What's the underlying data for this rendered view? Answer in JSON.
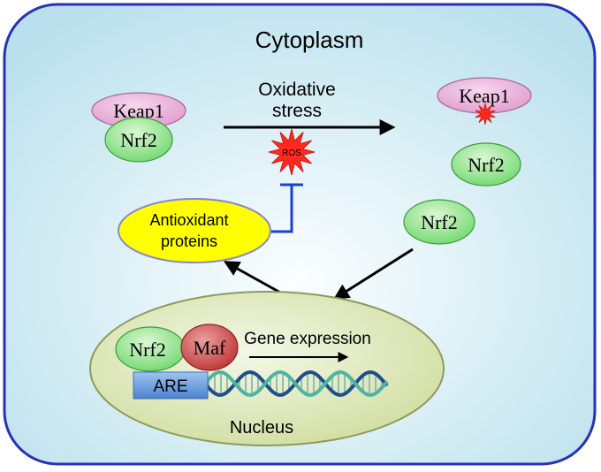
{
  "colors": {
    "cell_border": "#2a2fb8",
    "cell_fill_center": "#fbfeff",
    "cell_fill_edge": "#b9e0ec",
    "keap1": "#e7a6d4",
    "nrf2": "#7fe07f",
    "maf": "#c94343",
    "antioxidant": "#ffff00",
    "ros": "#ff2a1f",
    "inhibition": "#1c3fd6",
    "nucleus": "#d7e3a8",
    "are": "#5a8fd8",
    "dna_dark": "#1f4e8a",
    "dna_light": "#4fb3a2"
  },
  "cell": {
    "label": "Cytoplasm"
  },
  "stress": {
    "line1": "Oxidative",
    "line2": "stress"
  },
  "ros": {
    "label": "ROS"
  },
  "keap1_left": "Keap1",
  "nrf2_left": "Nrf2",
  "keap1_right": "Keap1",
  "nrf2_right_free": "Nrf2",
  "nrf2_right_import": "Nrf2",
  "antioxidant": {
    "line1": "Antioxidant",
    "line2": "proteins"
  },
  "nucleus": {
    "label": "Nucleus",
    "nrf2": "Nrf2",
    "maf": "Maf",
    "are": "ARE",
    "gene_expression": "Gene expression"
  }
}
